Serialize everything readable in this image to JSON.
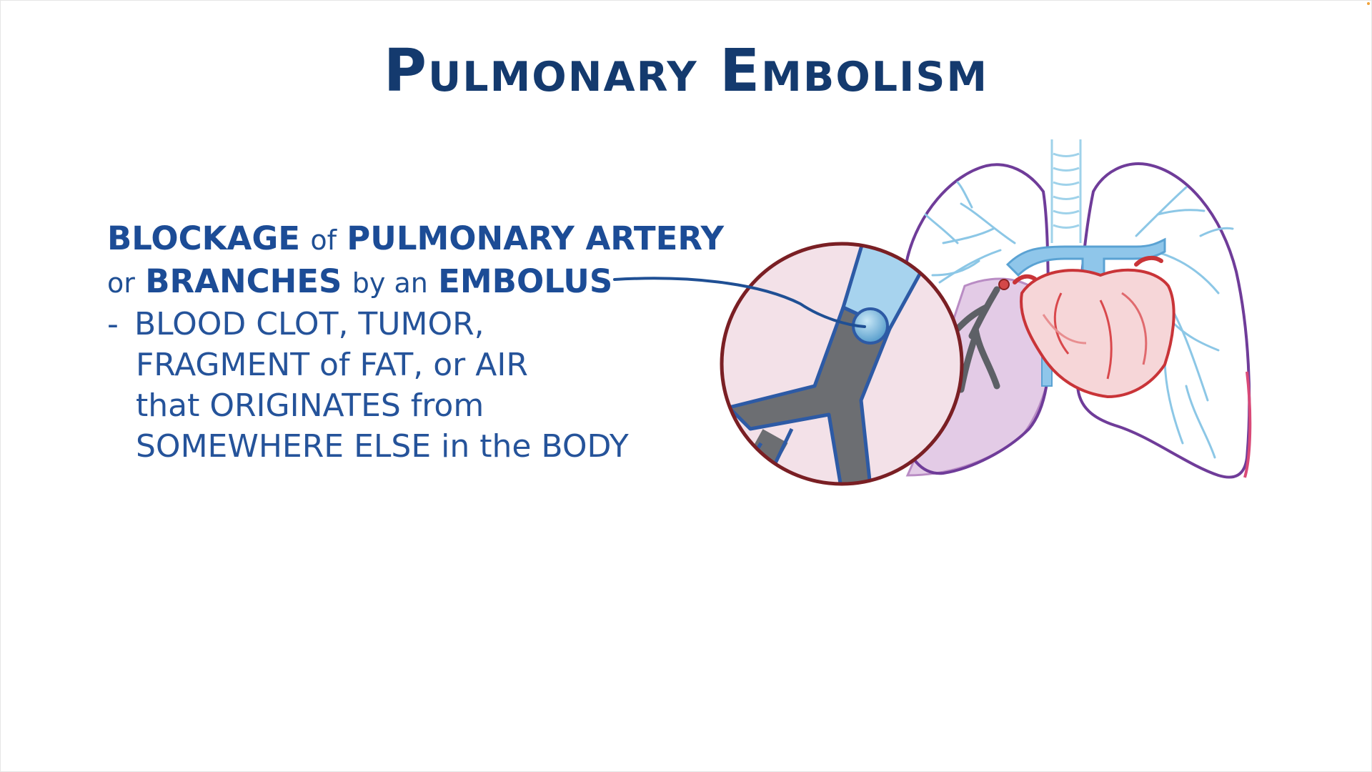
{
  "title": "Pulmonary Embolism",
  "definition": {
    "line1": [
      "BLOCKAGE",
      "of",
      "PULMONARY ARTERY"
    ],
    "line2": [
      "or",
      "BRANCHES",
      "by an",
      "EMBOLUS"
    ],
    "details": [
      "BLOOD CLOT, TUMOR,",
      "FRAGMENT of FAT, or AIR",
      "that ORIGINATES from",
      "SOMEWHERE ELSE in the BODY"
    ],
    "bullet": "-"
  },
  "colors": {
    "title": "#143a6e",
    "text": "#1f4f94",
    "vessel_blue": "#7db8e0",
    "clot_gray": "#6c6e72",
    "magnifier_ring": "#7a1f24",
    "lung_outline": "#6a3a92",
    "heart_red": "#d9484c",
    "liver_purple": "#c9a6d1"
  },
  "icons": [
    "lungs-illustration",
    "heart-illustration",
    "magnifier-circle",
    "embolus-clot"
  ]
}
